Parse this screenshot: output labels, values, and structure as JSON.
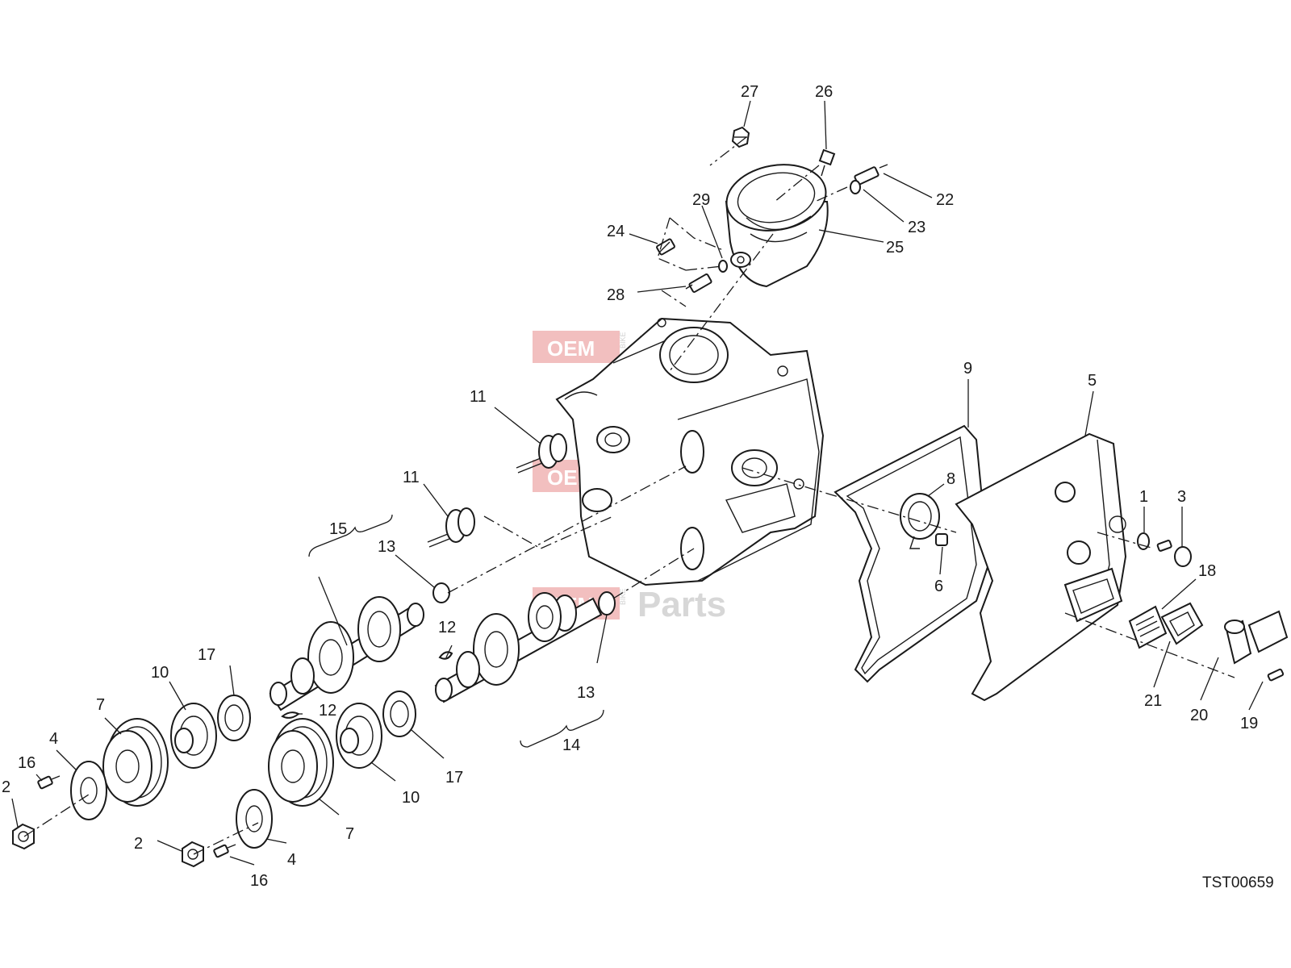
{
  "diagram": {
    "reference_code": "TST00659",
    "watermark": {
      "left": "OEM",
      "bike": "BIKE",
      "right": "Parts"
    },
    "callouts": {
      "c1": "1",
      "c2a": "2",
      "c2b": "2",
      "c3": "3",
      "c4a": "4",
      "c4b": "4",
      "c5": "5",
      "c6": "6",
      "c7a": "7",
      "c7b": "7",
      "c8": "8",
      "c9": "9",
      "c10a": "10",
      "c10b": "10",
      "c11a": "11",
      "c11b": "11",
      "c12a": "12",
      "c12b": "12",
      "c13a": "13",
      "c13b": "13",
      "c14": "14",
      "c15": "15",
      "c16a": "16",
      "c16b": "16",
      "c17a": "17",
      "c17b": "17",
      "c18": "18",
      "c19": "19",
      "c20": "20",
      "c21": "21",
      "c22": "22",
      "c23": "23",
      "c24": "24",
      "c25": "25",
      "c26": "26",
      "c27": "27",
      "c28": "28",
      "c29": "29"
    }
  }
}
